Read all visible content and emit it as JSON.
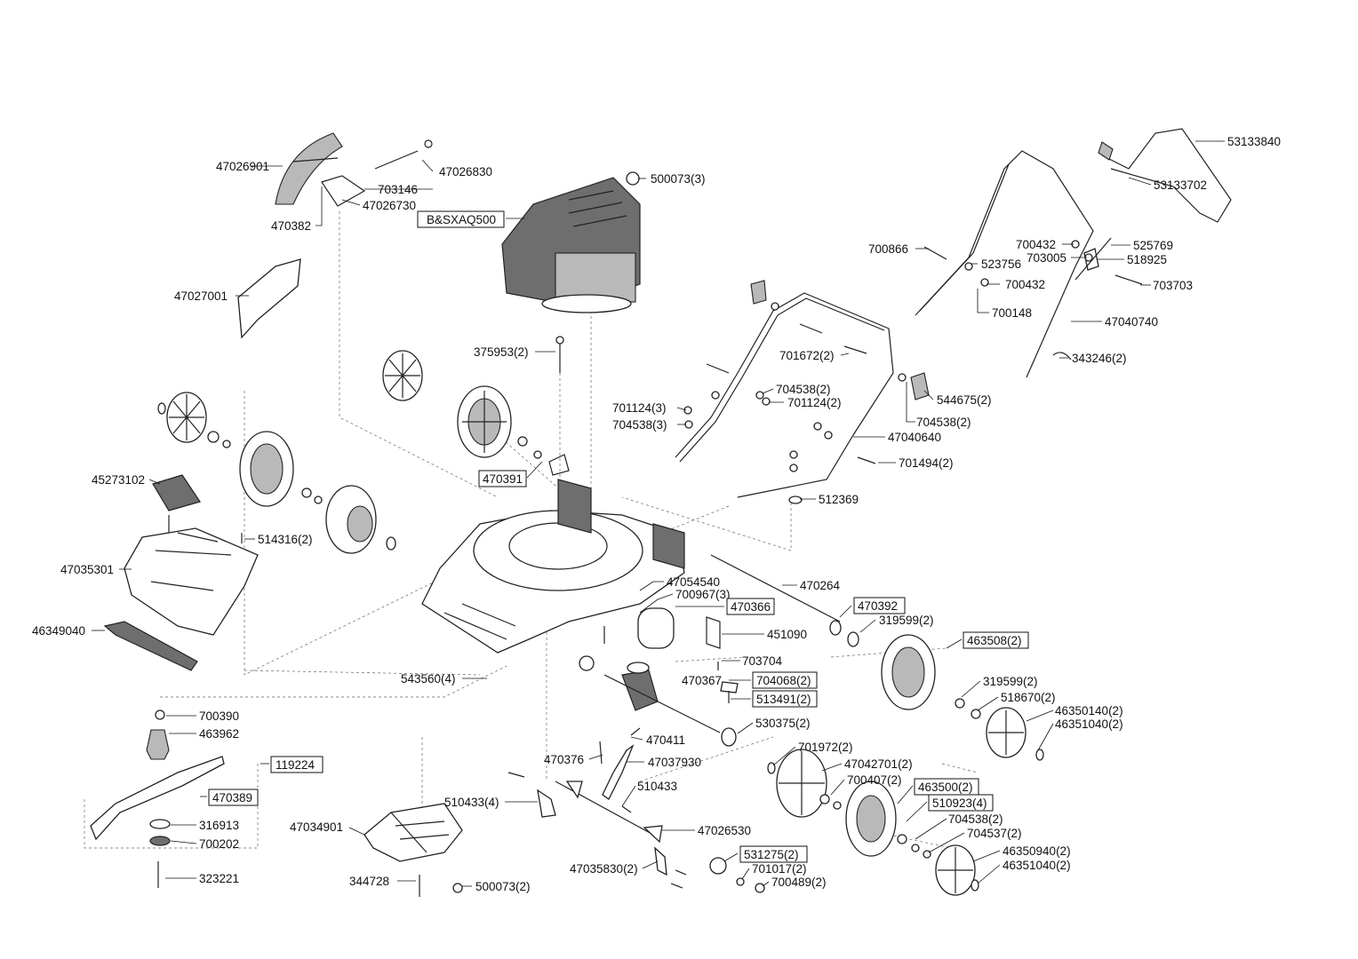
{
  "diagram": {
    "labels": [
      "47026901",
      "47026830",
      "703146",
      "47026730",
      "470382",
      "B&SXAQ500",
      "500073(3)",
      "53133840",
      "53133702",
      "700432",
      "525769",
      "703005",
      "518925",
      "700866",
      "523756",
      "700432",
      "703703",
      "700148",
      "47040740",
      "47027001",
      "375953(2)",
      "343246(2)",
      "701672(2)",
      "704538(2)",
      "701124(2)",
      "701124(3)",
      "704538(3)",
      "544675(2)",
      "704538(2)",
      "47040640",
      "701494(2)",
      "470391",
      "45273102",
      "512369",
      "514316(2)",
      "47035301",
      "47054540",
      "470264",
      "700967(3)",
      "470366",
      "470392",
      "319599(2)",
      "46349040",
      "451090",
      "463508(2)",
      "703704",
      "543560(4)",
      "470367",
      "704068(2)",
      "513491(2)",
      "319599(2)",
      "518670(2)",
      "46350140(2)",
      "46351040(2)",
      "700390",
      "530375(2)",
      "463962",
      "470411",
      "119224",
      "701972(2)",
      "470376",
      "47037930",
      "47042701(2)",
      "470389",
      "700407(2)",
      "510433",
      "463500(2)",
      "510433(4)",
      "510923(4)",
      "316913",
      "47034901",
      "47026530",
      "704538(2)",
      "700202",
      "704537(2)",
      "531275(2)",
      "46350940(2)",
      "323221",
      "47035830(2)",
      "701017(2)",
      "46351040(2)",
      "344728",
      "500073(2)",
      "700489(2)"
    ]
  }
}
